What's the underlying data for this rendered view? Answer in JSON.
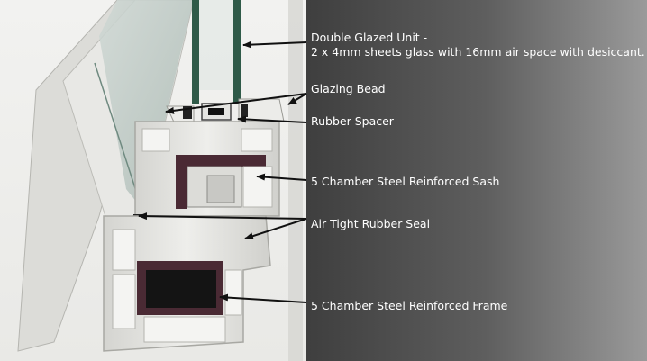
{
  "annotations": [
    {
      "id": "double-glazed-unit",
      "lines": [
        "Double Glazed Unit -",
        "2 x 4mm sheets glass with 16mm air space with desiccant."
      ]
    },
    {
      "id": "glazing-bead",
      "lines": [
        "Glazing Bead"
      ]
    },
    {
      "id": "rubber-spacer",
      "lines": [
        "Rubber Spacer"
      ]
    },
    {
      "id": "sash",
      "lines": [
        "5 Chamber Steel Reinforced Sash"
      ]
    },
    {
      "id": "seal",
      "lines": [
        "Air Tight Rubber Seal"
      ]
    },
    {
      "id": "frame",
      "lines": [
        "5 Chamber Steel Reinforced Frame"
      ]
    }
  ],
  "colors": {
    "background_dark": "#2e2e2e",
    "background_light": "#9a9a9a",
    "upvc": "#e6e6e3",
    "steel_reinforcement": "#4a2a34",
    "glass": "#2f5a48",
    "seal": "#222222",
    "label_text": "#ffffff"
  }
}
